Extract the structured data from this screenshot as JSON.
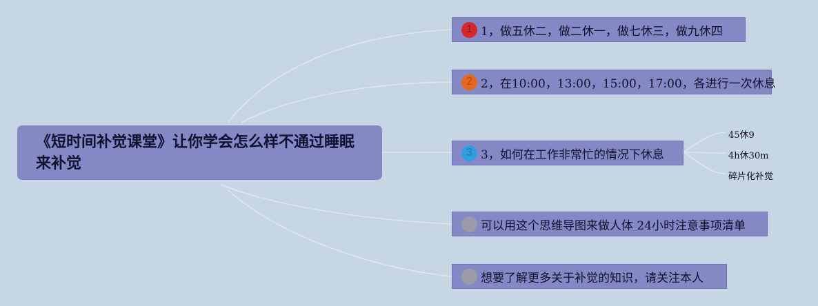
{
  "root": {
    "title": "《短时间补觉课堂》让你学会怎么样不通过睡眠来补觉"
  },
  "branches": [
    {
      "marker": "1",
      "marker_color": "#d7262c",
      "marker_text_color": "#7a2228",
      "text": "1，做五休二，做二休一，做七休三，做九休四"
    },
    {
      "marker": "2",
      "marker_color": "#e4681f",
      "marker_text_color": "#b24c17",
      "text": "2，在10:00，13:00，15:00，17:00，各进行一次休息"
    },
    {
      "marker": "3",
      "marker_color": "#2f9ee0",
      "marker_text_color": "#2477b2",
      "text": "3，如何在工作非常忙的情况下休息",
      "children": [
        "45休9",
        "4h休30m",
        "碎片化补觉"
      ]
    },
    {
      "marker": "",
      "marker_color": "#9a9aa8",
      "marker_text_color": "#777",
      "text": "可以用这个思维导图来做人体 24小时注意事项清单"
    },
    {
      "marker": "",
      "marker_color": "#9a9aa8",
      "marker_text_color": "#777",
      "text": "想要了解更多关于补觉的知识，请关注本人"
    }
  ],
  "colors": {
    "background": "#c6d6e4",
    "node_fill": "#8489c6",
    "link": "#dde6ef"
  }
}
